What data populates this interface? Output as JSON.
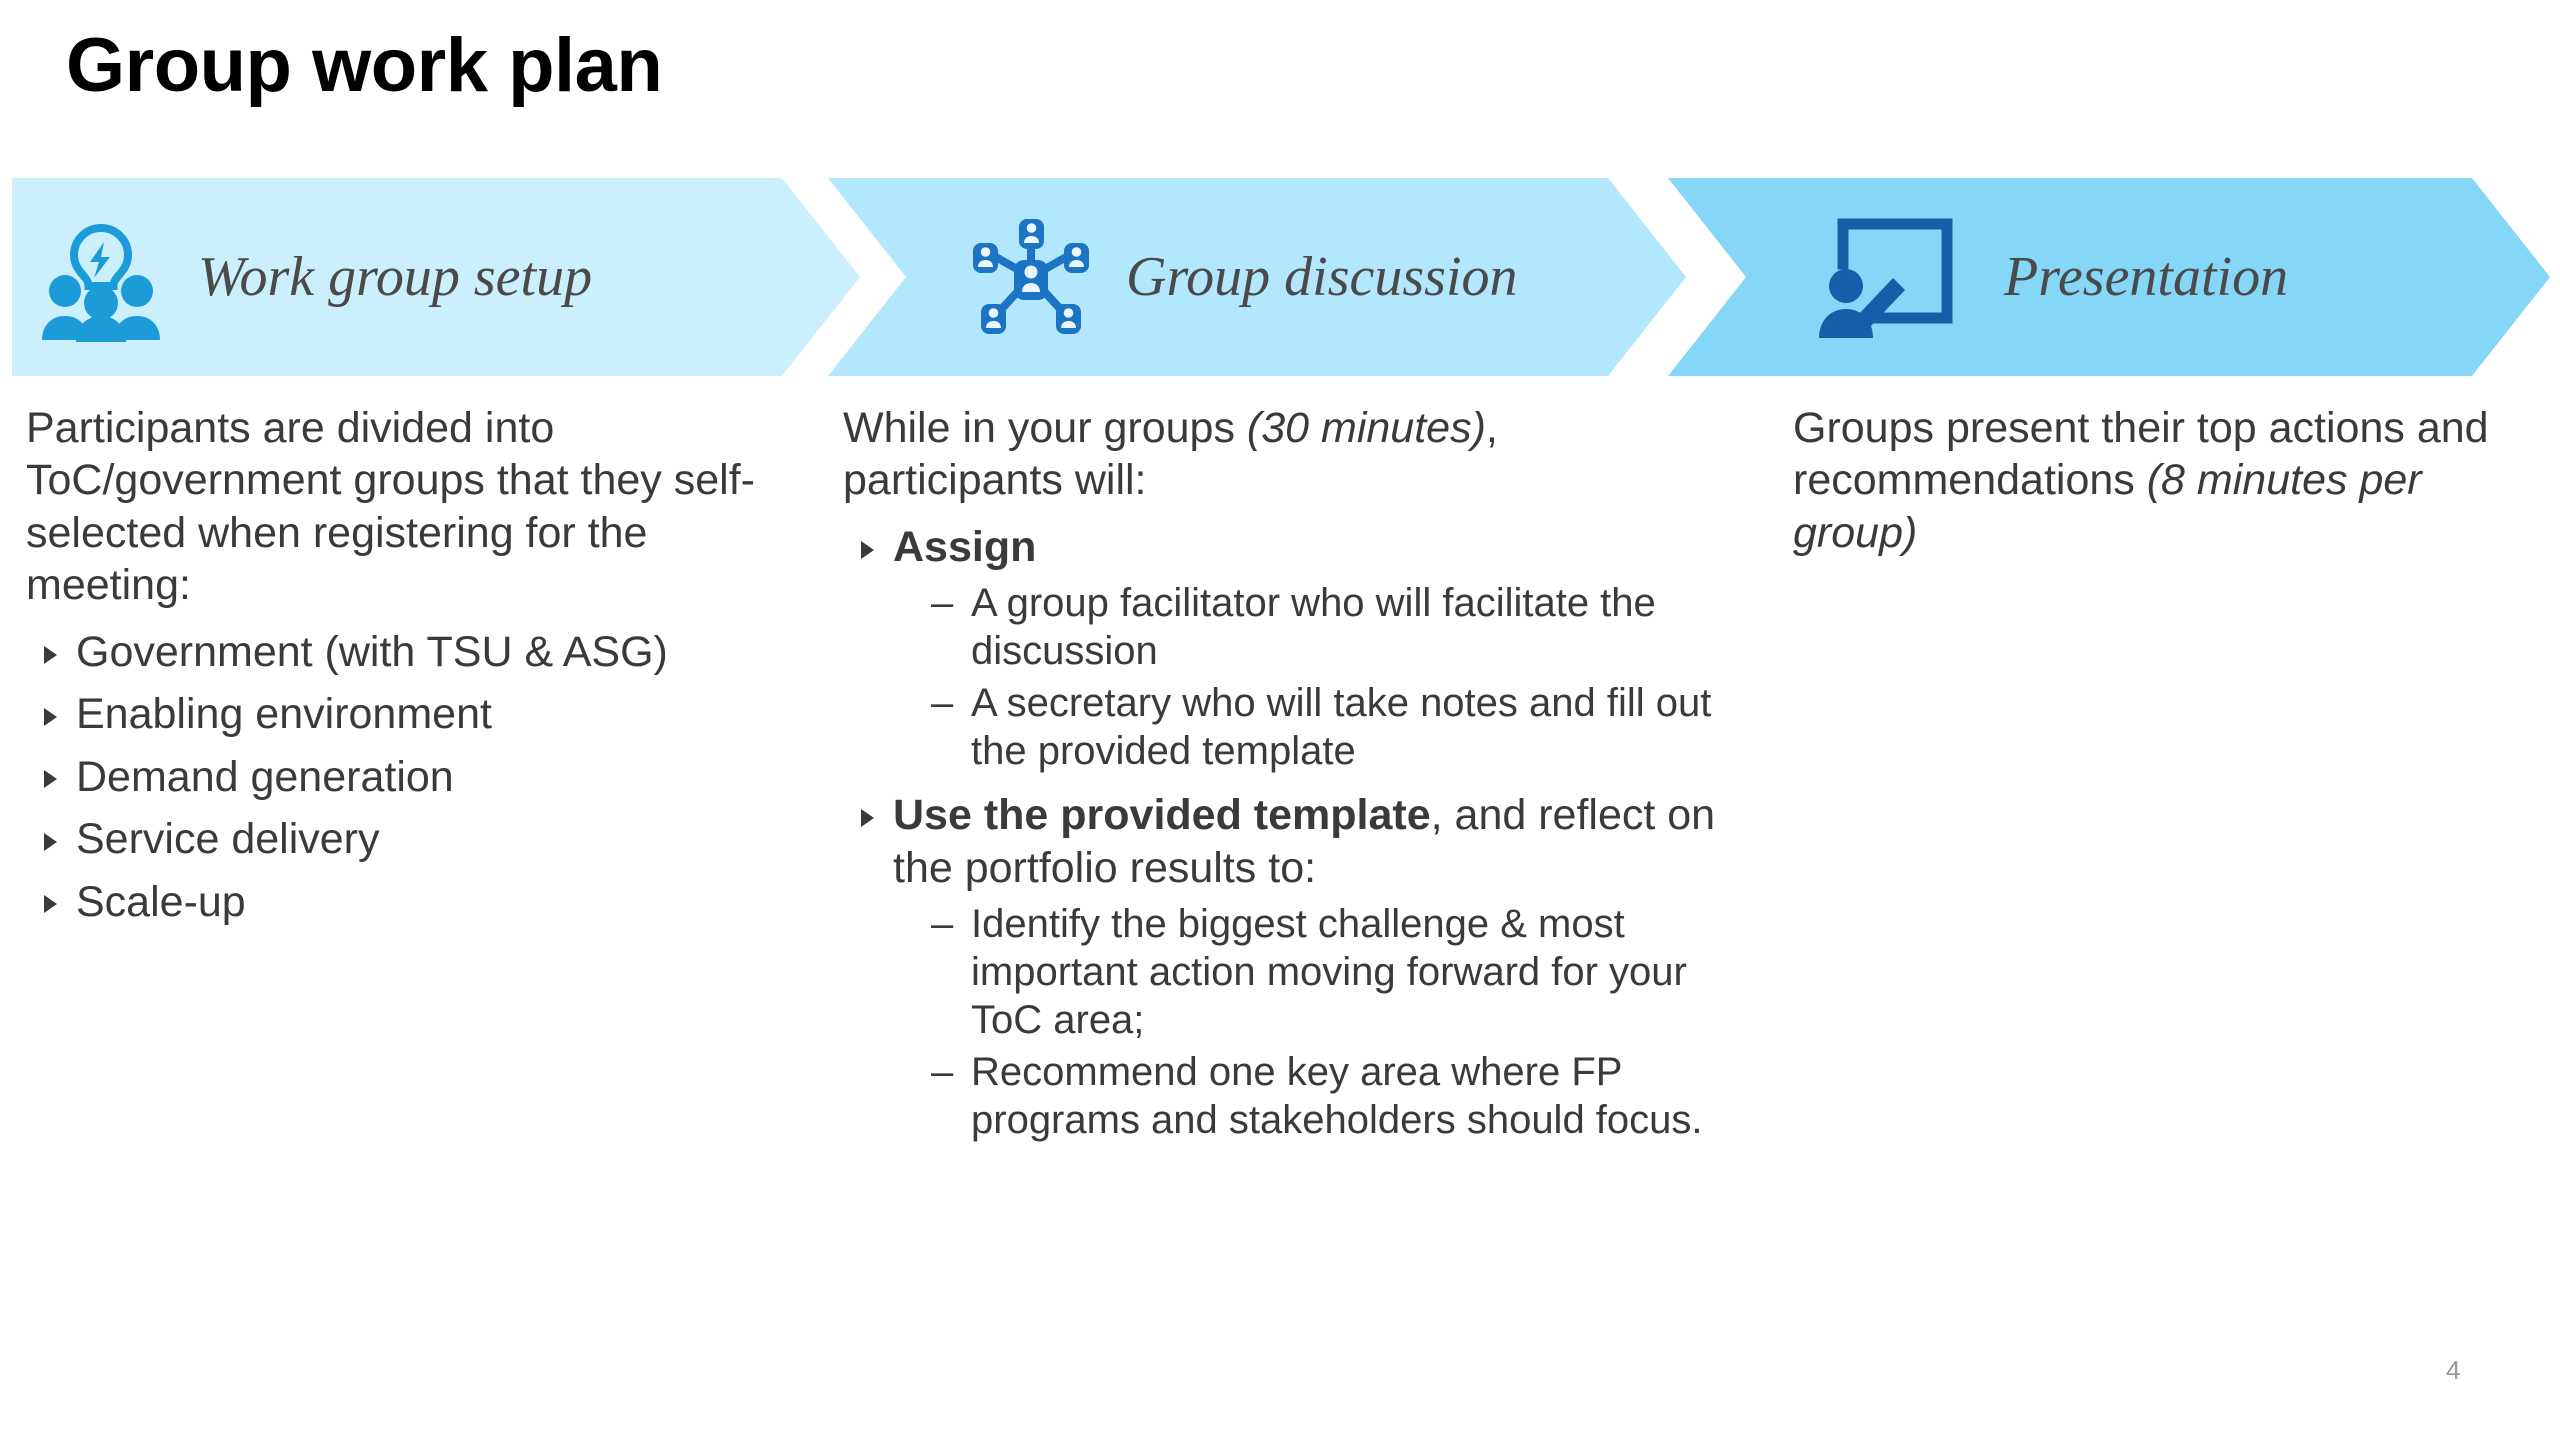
{
  "slide": {
    "title": "Group work plan",
    "page_number": "4"
  },
  "colors": {
    "chevron_1": "#CBEFFC",
    "chevron_2": "#B2E7FD",
    "chevron_3": "#86D7F7",
    "icon_light_blue": "#1B9BD8",
    "icon_mid_blue": "#1C74C4",
    "icon_dark_blue": "#155FA8",
    "label_gray": "#4A4A4A",
    "body_text": "#3A3A3A",
    "title_black": "#000000"
  },
  "chevrons": [
    {
      "label": "Work group setup",
      "icon": "people-lightbulb-icon"
    },
    {
      "label": "Group discussion",
      "icon": "network-people-icon"
    },
    {
      "label": "Presentation",
      "icon": "presenter-whiteboard-icon"
    }
  ],
  "columns": [
    {
      "intro": "Participants are divided into ToC/government groups that they self-selected when registering for the meeting:",
      "bullets": [
        "Government (with TSU & ASG)",
        "Enabling environment",
        "Demand generation",
        "Service delivery",
        "Scale-up"
      ]
    },
    {
      "intro_plain_1": "While in your groups ",
      "intro_italic": "(30 minutes)",
      "intro_plain_2": ", participants will:",
      "items": [
        {
          "bold": "Assign",
          "rest": "",
          "subitems": [
            "A group facilitator who will facilitate the discussion",
            "A secretary who will take notes and fill out the provided template"
          ]
        },
        {
          "bold": "Use the provided template",
          "rest": ", and reflect on the portfolio results to:",
          "subitems": [
            "Identify the biggest challenge & most important action moving forward for your ToC area;",
            "Recommend one key area where FP programs and stakeholders should focus."
          ]
        }
      ]
    },
    {
      "plain_1": "Groups present their top actions and recommendations ",
      "italic": "(8 minutes per group)",
      "plain_2": ""
    }
  ]
}
